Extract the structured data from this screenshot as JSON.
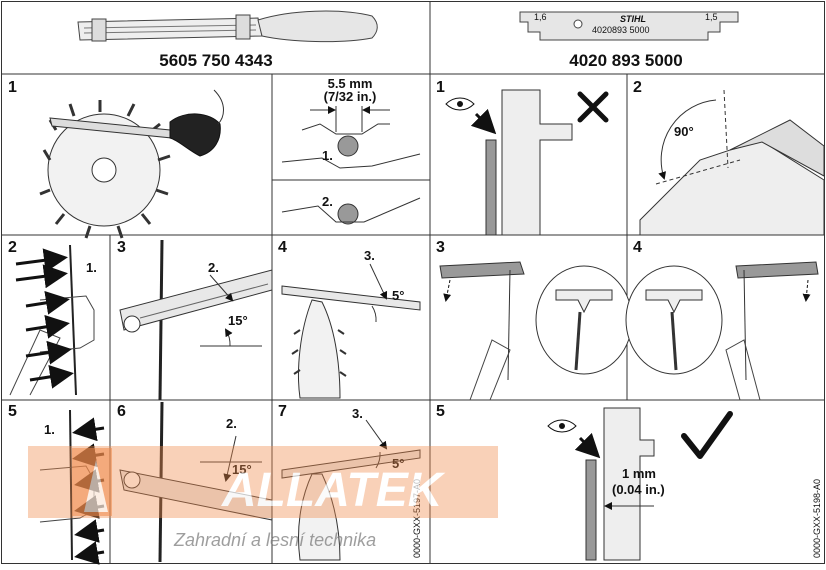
{
  "part_numbers": {
    "file_holder": "5605 750 4343",
    "depth_gauge_tool": "4020 893 5000"
  },
  "tool_label": {
    "left_value": "1,6",
    "brand": "STIHL",
    "code": "4020893 5000",
    "right_value": "1,5"
  },
  "left_panels": {
    "p1": {
      "number": "1",
      "dimension_mm": "5.5 mm",
      "dimension_in": "(7/32 in.)",
      "sub1": "1.",
      "sub2": "2."
    },
    "p2": {
      "number": "2",
      "callout": "1."
    },
    "p3": {
      "number": "3",
      "callout": "2.",
      "angle": "15°"
    },
    "p4": {
      "number": "4",
      "callout": "3.",
      "angle": "5°"
    },
    "p5": {
      "number": "5",
      "callout": "1."
    },
    "p6": {
      "number": "6",
      "callout": "2.",
      "angle": "15°"
    },
    "p7": {
      "number": "7",
      "callout": "3.",
      "angle": "5°"
    },
    "figure_code": "0000-GXX-5197-A0"
  },
  "right_panels": {
    "p1": {
      "number": "1"
    },
    "p2": {
      "number": "2",
      "angle": "90°"
    },
    "p3": {
      "number": "3"
    },
    "p4": {
      "number": "4"
    },
    "p5": {
      "number": "5",
      "dimension_mm": "1 mm",
      "dimension_in": "(0.04 in.)"
    },
    "figure_code": "0000-GXX-5198-A0"
  },
  "watermark": {
    "brand": "ALLATEK",
    "tagline": "Zahradní a lesní technika"
  },
  "colors": {
    "ink": "#111111",
    "line": "#444444",
    "grey_fill": "#d9d9d9",
    "watermark_orange": "#f08a4b",
    "watermark_grey": "#7a7a7a"
  }
}
